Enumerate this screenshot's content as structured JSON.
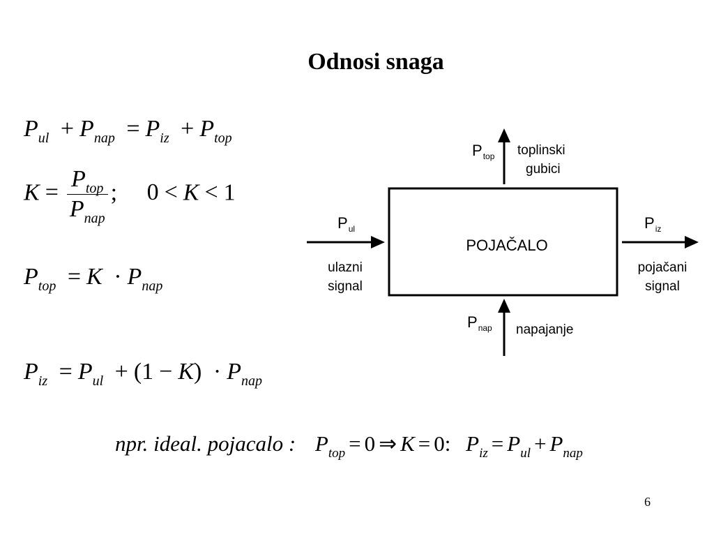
{
  "slide": {
    "title": "Odnosi snaga",
    "page_number": "6"
  },
  "equations": {
    "eq1": {
      "p": "P",
      "ul": "ul",
      "plus": "+",
      "nap": "nap",
      "equals": "=",
      "iz": "iz",
      "top": "top"
    },
    "eq2": {
      "k": "K",
      "equals": "=",
      "p": "P",
      "top": "top",
      "nap": "nap",
      "semicolon": ";",
      "zero": "0",
      "lt": "<",
      "one": "1"
    },
    "eq3": {
      "p": "P",
      "top": "top",
      "equals": "=",
      "k": "K",
      "dot": "·",
      "nap": "nap"
    },
    "eq4": {
      "p": "P",
      "iz": "iz",
      "equals": "=",
      "ul": "ul",
      "plus": "+",
      "open": "(1",
      "minus": "−",
      "k": "K",
      "close": ")",
      "dot": "·",
      "nap": "nap"
    },
    "example": {
      "prefix": "npr. ideal. pojacalo :",
      "p": "P",
      "top": "top",
      "equals": "=",
      "zero": "0",
      "implies": "⇒",
      "k": "K",
      "colon": ":",
      "iz": "iz",
      "ul": "ul",
      "plus": "+",
      "nap": "nap"
    }
  },
  "diagram": {
    "block_label": "POJAČALO",
    "top": {
      "p": "P",
      "sub": "top",
      "line1": "toplinski",
      "line2": "gubici"
    },
    "left": {
      "p": "P",
      "sub": "ul",
      "line1": "ulazni",
      "line2": "signal"
    },
    "right": {
      "p": "P",
      "sub": "iz",
      "line1": "pojačani",
      "line2": "signal"
    },
    "bottom": {
      "p": "P",
      "sub": "nap",
      "line1": "napajanje"
    }
  }
}
